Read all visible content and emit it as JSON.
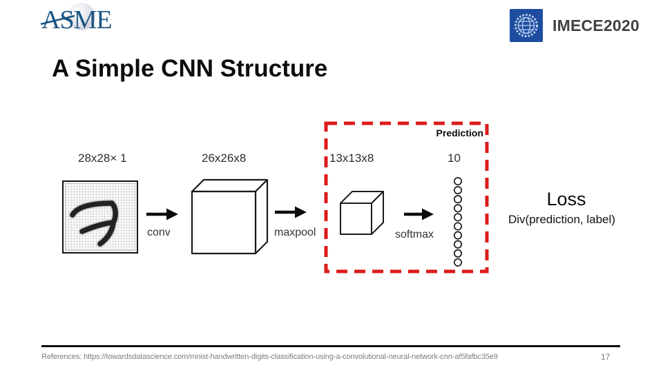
{
  "slide": {
    "title": "A Simple CNN Structure",
    "page_number": "17",
    "references_text": "References: https://towardsdatascience.com/mnist-handwritten-digits-classification-using-a-convolutional-neural-network-cnn-af5fafbc35e9"
  },
  "logos": {
    "asme_text": "ASME",
    "imece_text": "IMECE2020"
  },
  "cnn": {
    "dims": {
      "input": "28x28× 1",
      "conv": "26x26x8",
      "pool": "13x13x8",
      "output": "10"
    },
    "ops": {
      "conv": "conv",
      "pool": "maxpool",
      "softmax": "softmax"
    },
    "prediction_label": "Prediction",
    "loss_label": "Loss",
    "loss_formula": "Div(prediction, label)",
    "output_units": 10
  },
  "colors": {
    "prediction_box_red": "#dc1b1b",
    "asme_blue": "#1b5583",
    "imece_blue": "#1e4da0",
    "imece_emblem_blue": "#b9cfee",
    "title_black": "#0d0d0d",
    "footer_gray": "#7d7d7d"
  }
}
